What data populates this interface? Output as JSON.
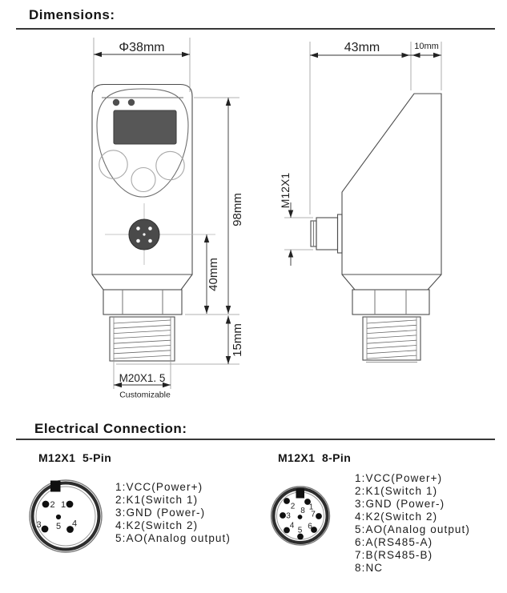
{
  "dimensions_section": {
    "heading": "Dimensions:",
    "front_view": {
      "diameter_label": "Φ38mm",
      "total_height_label": "98mm",
      "mid_height_label": "40mm",
      "thread_height_label": "15mm",
      "thread_spec_label": "M20X1. 5",
      "thread_note": "Customizable"
    },
    "side_view": {
      "depth_label": "43mm",
      "top_flat_label": "10mm",
      "connector_spec_label": "M12X1"
    }
  },
  "electrical_section": {
    "heading": "Electrical Connection:",
    "connectors": [
      {
        "title": "M12X1  5-Pin",
        "pin_numbers": [
          "2",
          "1",
          "3",
          "5",
          "4"
        ],
        "pin_descriptions": [
          "1:VCC(Power+)",
          "2:K1(Switch 1)",
          "3:GND (Power-)",
          "4:K2(Switch 2)",
          "5:AO(Analog output)"
        ]
      },
      {
        "title": "M12X1  8-Pin",
        "pin_numbers": [
          "2",
          "1",
          "3",
          "8",
          "7",
          "4",
          "6",
          "5"
        ],
        "pin_descriptions": [
          "1:VCC(Power+)",
          "2:K1(Switch 1)",
          "3:GND (Power-)",
          "4:K2(Switch 2)",
          "5:AO(Analog output)",
          "6:A(RS485-A)",
          "7:B(RS485-B)",
          "8:NC"
        ]
      }
    ]
  },
  "colors": {
    "background": "#ffffff",
    "outline": "#4d4d4d",
    "dimension_line": "#333333",
    "extension_line": "#999999",
    "display_fill": "#575757",
    "front_connector_fill": "#4a4a4a",
    "ink": "#141414"
  }
}
